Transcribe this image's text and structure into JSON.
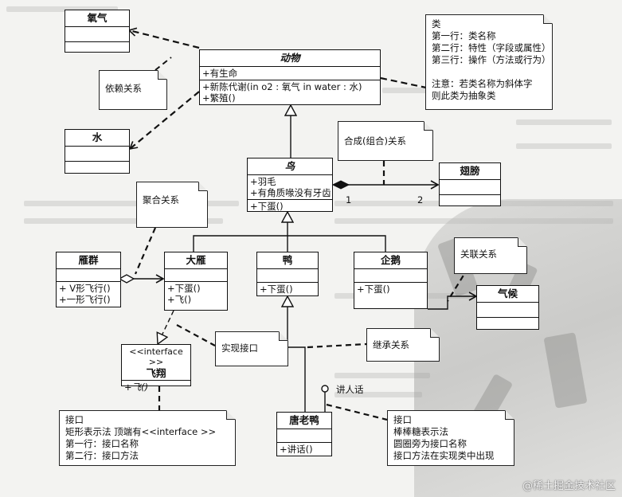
{
  "classes": {
    "oxygen": {
      "name": "氧气"
    },
    "water": {
      "name": "水"
    },
    "animal": {
      "name": "动物",
      "attr": "+有生命",
      "op1": "+新陈代谢(in o2 : 氧气   in water : 水)",
      "op2": "+繁殖()"
    },
    "bird": {
      "name": "鸟",
      "attr1": "+羽毛",
      "attr2": "+有角质喙没有牙齿",
      "op": "+下蛋()"
    },
    "wing": {
      "name": "翅膀"
    },
    "goose_flock": {
      "name": "雁群",
      "op1": "+ V形飞行()",
      "op2": "+一形飞行()"
    },
    "wild_goose": {
      "name": "大雁",
      "op1": "+下蛋()",
      "op2": "+飞()"
    },
    "duck": {
      "name": "鸭",
      "op": "+下蛋()"
    },
    "penguin": {
      "name": "企鹅",
      "op": "+下蛋()"
    },
    "climate": {
      "name": "气候"
    },
    "fly_interface": {
      "stereotype": "<<interface >>",
      "name": "飞翔",
      "op": "+飞()"
    },
    "donald_duck": {
      "name": "唐老鸭",
      "op": "+讲话()"
    }
  },
  "notes": {
    "class_note": {
      "lines": [
        "类",
        "第一行：类名称",
        "第二行：特性（字段或属性）",
        "第三行：操作（方法或行为）",
        "",
        "注意：若类名称为斜体字",
        "则此类为抽象类"
      ]
    },
    "dependency": {
      "text": "依赖关系"
    },
    "composition": {
      "text": "合成(组合)关系"
    },
    "aggregation": {
      "text": "聚合关系"
    },
    "association": {
      "text": "关联关系"
    },
    "realization": {
      "text": "实现接口"
    },
    "inheritance": {
      "text": "继承关系"
    },
    "interface_note": {
      "lines": [
        "接口",
        "矩形表示法  顶端有<<interface >>",
        "第一行：接口名称",
        "第二行：接口方法"
      ]
    },
    "lollipop_note": {
      "lines": [
        "接口",
        "棒棒糖表示法",
        "圆圈旁为接口名称",
        "接口方法在实现类中出现"
      ]
    }
  },
  "labels": {
    "multiplicity_1": "1",
    "multiplicity_2": "2",
    "speak_interface": "讲人话"
  },
  "watermark": "@稀土掘金技术社区"
}
